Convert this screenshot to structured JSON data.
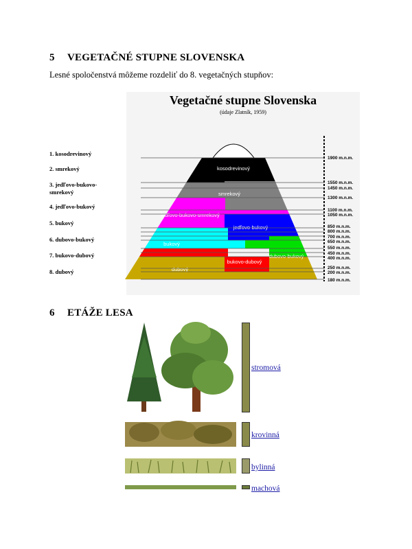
{
  "section5": {
    "number": "5",
    "title": "VEGETAČNÉ STUPNE SLOVENSKA",
    "intro": "Lesné spoločenstvá môžeme rozdeliť do 8. vegetačných stupňov:"
  },
  "figure": {
    "title": "Vegetačné stupne Slovenska",
    "subtitle": "(údaje Zlatník, 1959)",
    "zones": [
      {
        "label": "1. kosodrevinový",
        "inner": "kosodrevinový",
        "color": "#000000"
      },
      {
        "label": "2. smrekový",
        "inner": "smrekový",
        "color": "#808080"
      },
      {
        "label": "3. jedľovo-bukovo-smrekový",
        "inner": "jedľovo-bukovo-smrekový",
        "color": "#ff00ff"
      },
      {
        "label": "4. jedľovo-bukový",
        "inner": "jedľovo-bukový",
        "color": "#0000ff"
      },
      {
        "label": "5. bukový",
        "inner": "bukový",
        "color": "#00ffff"
      },
      {
        "label": "6. dubovo-bukový",
        "inner": "dubovo-bukový",
        "color": "#00e000"
      },
      {
        "label": "7. bukovo-dubový",
        "inner": "bukovo-dubový",
        "color": "#ff0000"
      },
      {
        "label": "8. dubový",
        "inner": "dubový",
        "color": "#c8a800"
      }
    ],
    "altitudes": [
      "1900 m.n.m.",
      "1550 m.n.m.",
      "1450 m.n.m.",
      "1300 m.n.m.",
      "1100 m.n.m.",
      "1050 m.n.m.",
      "850 m.n.m.",
      "800 m.n.m.",
      "700 m.n.m.",
      "650 m.n.m.",
      "550 m.n.m.",
      "450 m.n.m.",
      "400 m.n.m.",
      "250 m.n.m.",
      "200 m.n.m.",
      "180 m.n.m."
    ]
  },
  "section6": {
    "number": "6",
    "title": "ETÁŽE LESA",
    "strata": [
      "stromová",
      "krovinná",
      "bylinná",
      "machová"
    ]
  }
}
